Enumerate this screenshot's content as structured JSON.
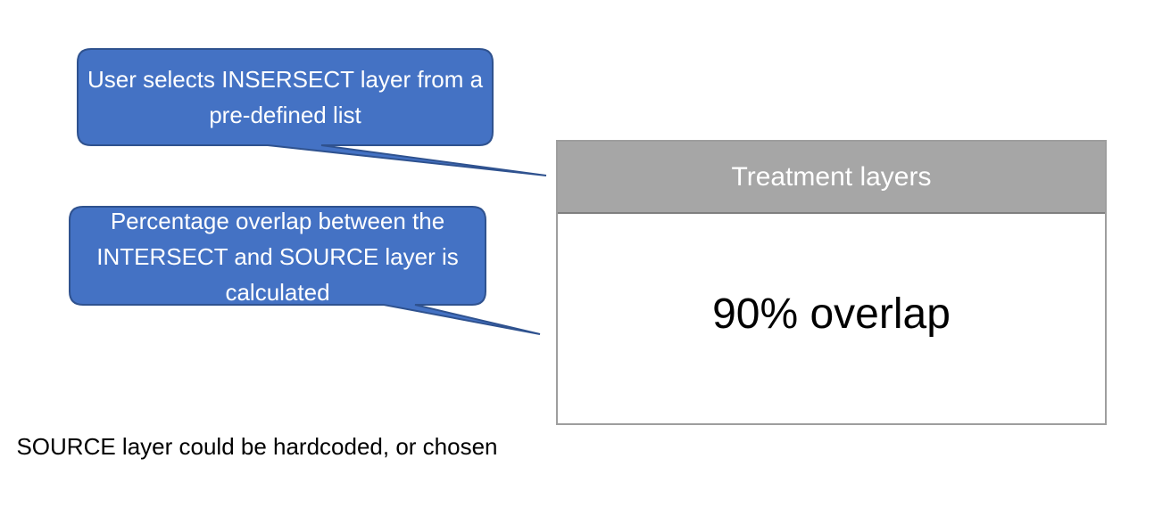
{
  "callouts": [
    {
      "text": "User selects INSERSECT layer from a pre-defined list"
    },
    {
      "text": "Percentage overlap between the INTERSECT and SOURCE layer is calculated"
    }
  ],
  "table": {
    "header": "Treatment layers",
    "value": "90% overlap"
  },
  "note": "SOURCE layer could be hardcoded, or chosen",
  "colors": {
    "callout_fill": "#4472c4",
    "callout_stroke": "#2f528f",
    "header_fill": "#a6a6a6",
    "box_border": "#9e9e9e"
  },
  "icons": {
    "callout_shape": "speech-bubble-icon"
  }
}
